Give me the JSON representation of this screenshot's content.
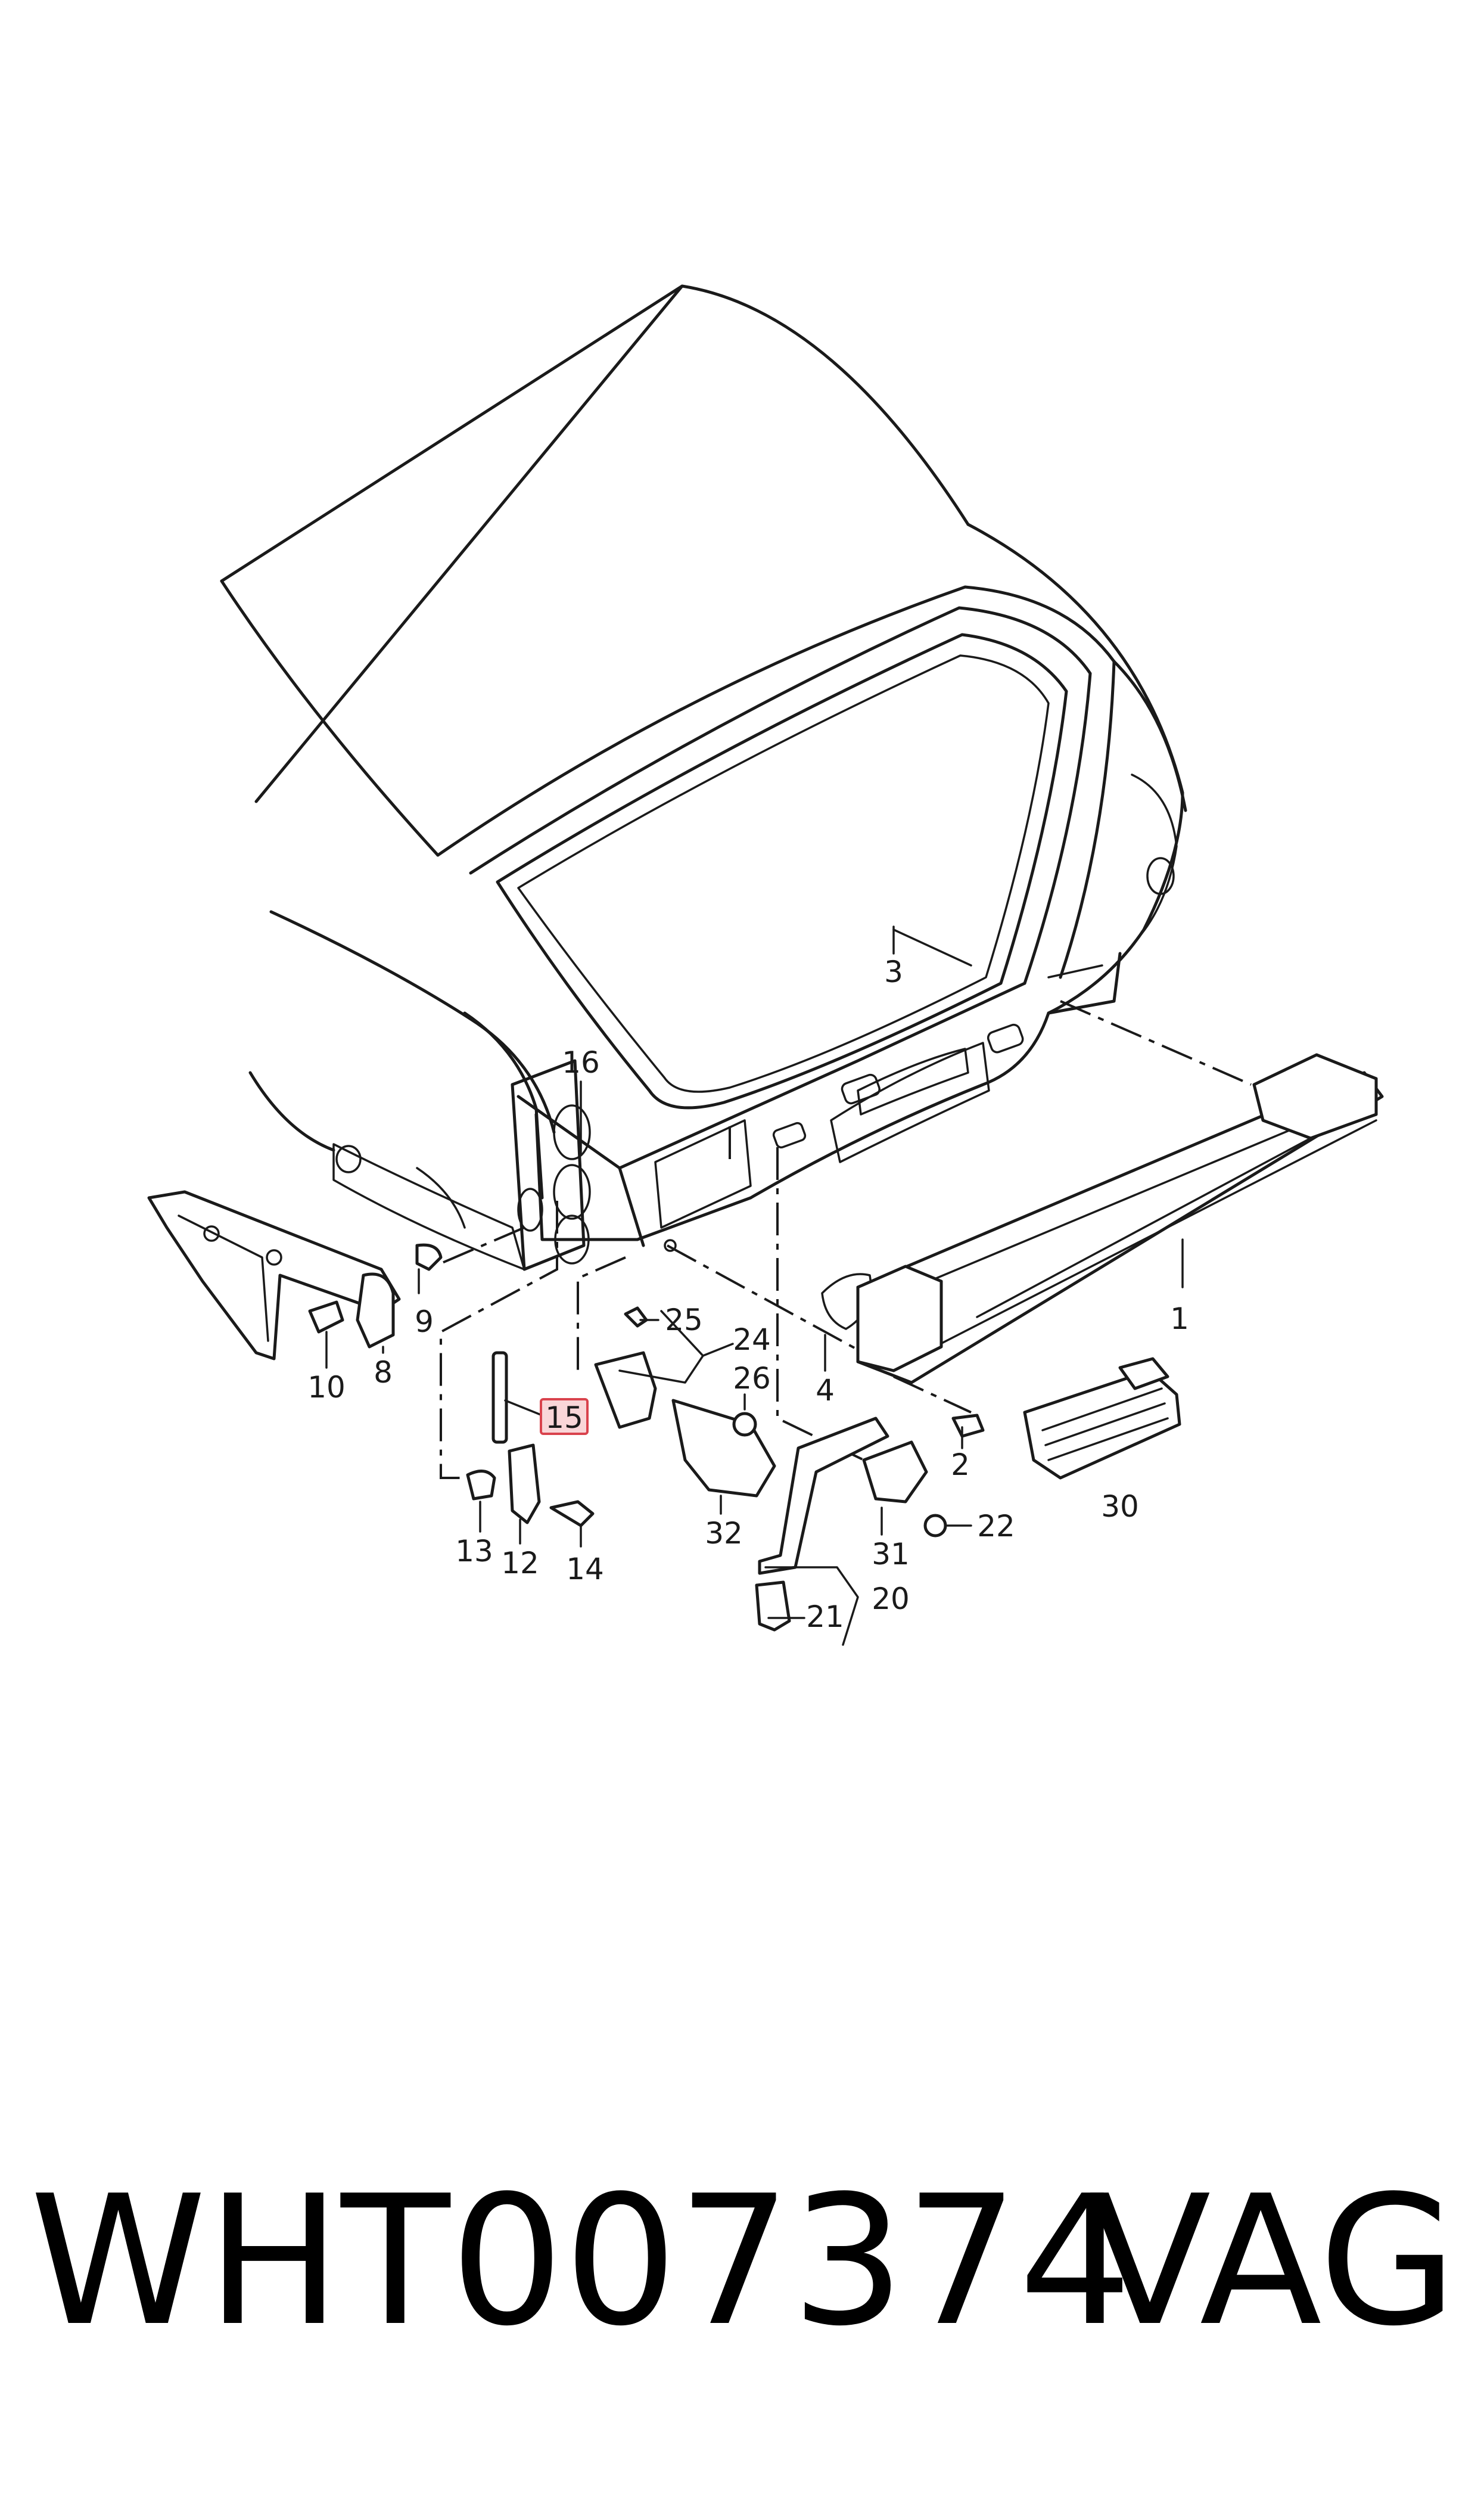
{
  "callouts": [
    {
      "id": "c1",
      "label": "1"
    },
    {
      "id": "c2",
      "label": "2"
    },
    {
      "id": "c3",
      "label": "3"
    },
    {
      "id": "c4",
      "label": "4"
    },
    {
      "id": "c8",
      "label": "8"
    },
    {
      "id": "c9",
      "label": "9"
    },
    {
      "id": "c10",
      "label": "10"
    },
    {
      "id": "c12",
      "label": "12"
    },
    {
      "id": "c13",
      "label": "13"
    },
    {
      "id": "c14",
      "label": "14"
    },
    {
      "id": "c15",
      "label": "15",
      "highlighted": true
    },
    {
      "id": "c16",
      "label": "16"
    },
    {
      "id": "c20",
      "label": "20"
    },
    {
      "id": "c21",
      "label": "21"
    },
    {
      "id": "c22",
      "label": "22"
    },
    {
      "id": "c24",
      "label": "24"
    },
    {
      "id": "c25",
      "label": "25"
    },
    {
      "id": "c26",
      "label": "26"
    },
    {
      "id": "c30",
      "label": "30"
    },
    {
      "id": "c31",
      "label": "31"
    },
    {
      "id": "c32",
      "label": "32"
    }
  ],
  "highlight": {
    "fill": "#f9d6d8",
    "stroke": "#d9434d"
  },
  "footer": {
    "part_number": "WHT007374",
    "brand": "VAG"
  }
}
